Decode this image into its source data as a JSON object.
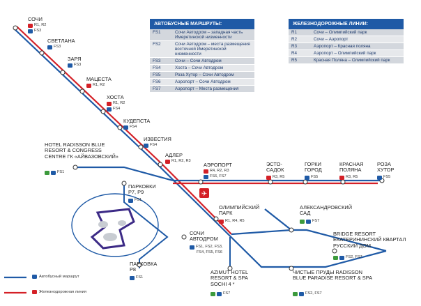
{
  "colors": {
    "bus": "#1f5aa6",
    "rail": "#d42027",
    "hotel": "#3c9a3c",
    "table_header": "#1f5aa6"
  },
  "bus_table": {
    "title": "АВТОБУСНЫЕ МАРШРУТЫ:",
    "rows": [
      {
        "code": "FS1",
        "route": "Сочи Автодром – западная часть Имеретинской низменности"
      },
      {
        "code": "FS2",
        "route": "Сочи Автодром – места размещения восточной Имеретинской низменности"
      },
      {
        "code": "FS3",
        "route": "Сочи – Сочи Автодром"
      },
      {
        "code": "FS4",
        "route": "Хоста – Сочи Автодром"
      },
      {
        "code": "FS5",
        "route": "Роза Хутор – Сочи Автодром"
      },
      {
        "code": "FS6",
        "route": "Аэропорт – Сочи Автодром"
      },
      {
        "code": "FS7",
        "route": "Аэропорт – Места размещения"
      }
    ]
  },
  "rail_table": {
    "title": "ЖЕЛЕЗНОДОРОЖНЫЕ ЛИНИИ:",
    "rows": [
      {
        "code": "R1",
        "route": "Сочи – Олимпийский парк"
      },
      {
        "code": "R2",
        "route": "Сочи – Аэропорт"
      },
      {
        "code": "R3",
        "route": "Аэропорт – Красная поляна"
      },
      {
        "code": "R4",
        "route": "Аэропорт – Олимпийский парк"
      },
      {
        "code": "R5",
        "route": "Красная Поляна – Олимпийский парк"
      }
    ]
  },
  "stations": [
    {
      "name": "СОЧИ",
      "codes": "R1, R2",
      "codes2": "FS3"
    },
    {
      "name": "СВЕТЛАНА",
      "codes": "FS3"
    },
    {
      "name": "ЗАРЯ",
      "codes": "FS3"
    },
    {
      "name": "МАЦЕСТА",
      "codes": "R1, R2"
    },
    {
      "name": "ХОСТА",
      "codes": "R1, R2",
      "codes2": "FS4"
    },
    {
      "name": "КУДЕПСТА",
      "codes": "FS4"
    },
    {
      "name": "ИЗВЕСТИЯ",
      "codes": "FS4"
    },
    {
      "name": "АДЛЕР",
      "codes": "R1, R2, R3"
    },
    {
      "name": "HOTEL RADISSON BLUE RESORT & CONGRESS CENTRE ГК «АЙВАЗОВСКИЙ»",
      "codes": "FS1"
    },
    {
      "name": "АЭРОПОРТ",
      "codes": "R4, R2, R3",
      "codes2": "FS6, FS7"
    },
    {
      "name": "ЭСТО-САДОК",
      "codes": "R3, R5"
    },
    {
      "name": "ГОРКИ ГОРОД",
      "codes": "FS5"
    },
    {
      "name": "КРАСНАЯ ПОЛЯНА",
      "codes": "R3, R5"
    },
    {
      "name": "РОЗА ХУТОР",
      "codes": "FS5"
    },
    {
      "name": "ПАРКОВКИ Р7, Р9",
      "codes": "FS1"
    },
    {
      "name": "ОЛИМПИЙСКИЙ ПАРК",
      "codes": "R1, R4, R5"
    },
    {
      "name": "АЛЕКСАНДРОВСКИЙ САД",
      "codes": "FS7"
    },
    {
      "name": "СОЧИ АВТОДРОМ",
      "codes": "FS1, FS2, FS3,",
      "codes2": "FS4, FS5, FS6"
    },
    {
      "name": "BRIDGE RESORT ЕКАТЕРИНИНСКИЙ КВАРТАЛ РУССКИЙ ДОМ",
      "codes": "FS2, FS7"
    },
    {
      "name": "ПАРКОВКА Р8",
      "codes": "FS1"
    },
    {
      "name": "AZIMUT HOTEL RESORT & SPA SOCHI 4 *",
      "codes": "FS7"
    },
    {
      "name": "ЧИСТЫЕ ПРУДЫ RADISSON BLUE PARADISE RESORT & SPA",
      "codes": "FS2, FS7"
    }
  ],
  "legend": {
    "bus": "Автобусный маршрут",
    "rail": "Железнодорожная линия"
  }
}
